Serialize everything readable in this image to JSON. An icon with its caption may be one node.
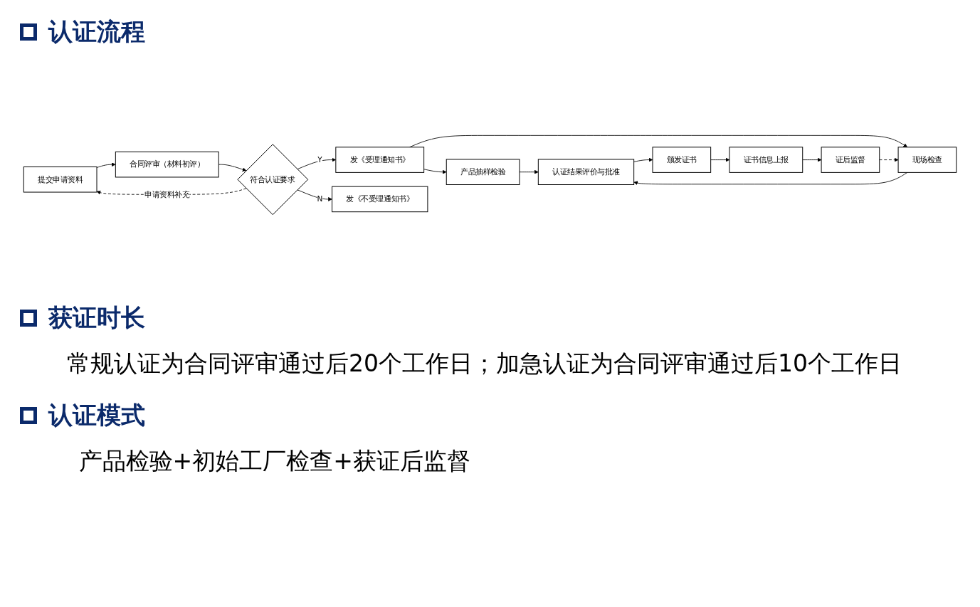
{
  "diagram": {
    "nodes": [
      {
        "text": [
          "提交申请资料"
        ]
      },
      {
        "text": [
          "合同评审（材料初评）"
        ]
      },
      {
        "text": [
          "符合认证要求"
        ]
      },
      {
        "text": [
          "发《受理通知书》"
        ]
      },
      {
        "text": [
          "发《不受理通知书》"
        ]
      },
      {
        "text": [
          "产品抽样检验"
        ]
      },
      {
        "text": [
          "现场检查"
        ]
      },
      {
        "text": [
          "认证结果评价与批准"
        ]
      },
      {
        "text": [
          "颁发证书"
        ]
      },
      {
        "text": [
          "证书信息上报"
        ]
      },
      {
        "text": [
          "证后监督"
        ]
      }
    ],
    "edges": [
      {
        "from": 0,
        "to": 1,
        "arrow": "to"
      },
      {
        "from": 1,
        "to": 2,
        "arrow": "to"
      },
      {
        "from": 2,
        "to": 0,
        "arrow": "to",
        "label": "申请资料补充",
        "style": "dashed"
      },
      {
        "from": 2,
        "to": 3,
        "arrow": "to",
        "label": "Y"
      },
      {
        "from": 2,
        "to": 4,
        "arrow": "to",
        "label": "N"
      },
      {
        "from": 3,
        "to": 5,
        "arrow": "to"
      },
      {
        "from": 3,
        "to": 6,
        "arrow": "to"
      },
      {
        "from": 5,
        "to": 7,
        "arrow": "to"
      },
      {
        "from": 6,
        "to": 7,
        "arrow": "to"
      },
      {
        "from": 7,
        "to": 8,
        "arrow": "to"
      },
      {
        "from": 8,
        "to": 9,
        "arrow": "to"
      },
      {
        "from": 9,
        "to": 10,
        "arrow": "to"
      },
      {
        "from": 10,
        "to": 6,
        "arrow": "to",
        "style": "dashed"
      }
    ],
    "labels": [
      "认证流程",
      "获证时长",
      "常规认证为合同评审通过后20个工作日；加急认证为合同评审通过后10个工作日",
      "认证模式",
      "产品检验+初始工厂检查+获证后监督"
    ]
  }
}
